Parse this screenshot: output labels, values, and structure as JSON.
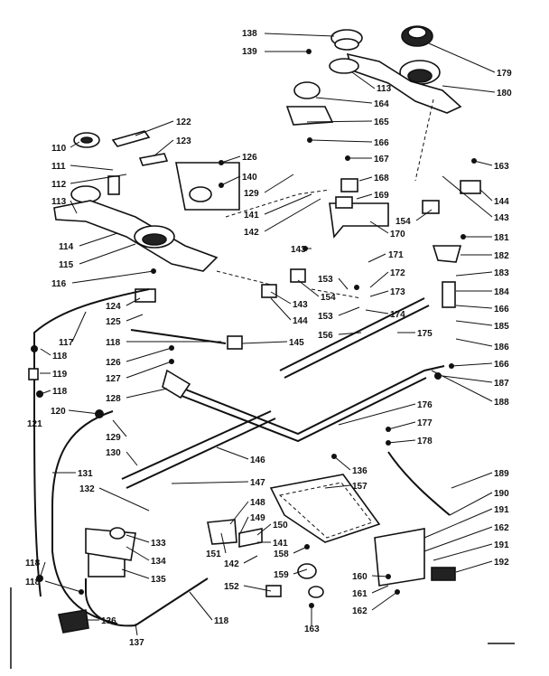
{
  "diagram": {
    "labels": [
      {
        "id": "l138",
        "text": "138"
      },
      {
        "id": "l139",
        "text": "139"
      },
      {
        "id": "l179",
        "text": "179"
      },
      {
        "id": "l113a",
        "text": "113"
      },
      {
        "id": "l180",
        "text": "180"
      },
      {
        "id": "l164",
        "text": "164"
      },
      {
        "id": "l165",
        "text": "165"
      },
      {
        "id": "l166a",
        "text": "166"
      },
      {
        "id": "l122",
        "text": "122"
      },
      {
        "id": "l123",
        "text": "123"
      },
      {
        "id": "l110",
        "text": "110"
      },
      {
        "id": "l111",
        "text": "111"
      },
      {
        "id": "l112",
        "text": "112"
      },
      {
        "id": "l113b",
        "text": "113"
      },
      {
        "id": "l126a",
        "text": "126"
      },
      {
        "id": "l140",
        "text": "140"
      },
      {
        "id": "l167",
        "text": "167"
      },
      {
        "id": "l168",
        "text": "168"
      },
      {
        "id": "l169",
        "text": "169"
      },
      {
        "id": "l163a",
        "text": "163"
      },
      {
        "id": "l144a",
        "text": "144"
      },
      {
        "id": "l143a",
        "text": "143"
      },
      {
        "id": "l129a",
        "text": "129"
      },
      {
        "id": "l141a",
        "text": "141"
      },
      {
        "id": "l142a",
        "text": "142"
      },
      {
        "id": "l170",
        "text": "170"
      },
      {
        "id": "l154a",
        "text": "154"
      },
      {
        "id": "l114",
        "text": "114"
      },
      {
        "id": "l115",
        "text": "115"
      },
      {
        "id": "l181",
        "text": "181"
      },
      {
        "id": "l143b",
        "text": "143"
      },
      {
        "id": "l171",
        "text": "171"
      },
      {
        "id": "l182",
        "text": "182"
      },
      {
        "id": "l116",
        "text": "116"
      },
      {
        "id": "l153a",
        "text": "153"
      },
      {
        "id": "l172",
        "text": "172"
      },
      {
        "id": "l183",
        "text": "183"
      },
      {
        "id": "l173",
        "text": "173"
      },
      {
        "id": "l184",
        "text": "184"
      },
      {
        "id": "l124",
        "text": "124"
      },
      {
        "id": "l143c",
        "text": "143"
      },
      {
        "id": "l154b",
        "text": "154"
      },
      {
        "id": "l153b",
        "text": "153"
      },
      {
        "id": "l174",
        "text": "174"
      },
      {
        "id": "l166b",
        "text": "166"
      },
      {
        "id": "l125",
        "text": "125"
      },
      {
        "id": "l144b",
        "text": "144"
      },
      {
        "id": "l185",
        "text": "185"
      },
      {
        "id": "l117",
        "text": "117"
      },
      {
        "id": "l175",
        "text": "175"
      },
      {
        "id": "l156",
        "text": "156"
      },
      {
        "id": "l118a",
        "text": "118"
      },
      {
        "id": "l145",
        "text": "145"
      },
      {
        "id": "l186",
        "text": "186"
      },
      {
        "id": "l118b",
        "text": "118"
      },
      {
        "id": "l126b",
        "text": "126"
      },
      {
        "id": "l166c",
        "text": "166"
      },
      {
        "id": "l119",
        "text": "119"
      },
      {
        "id": "l127",
        "text": "127"
      },
      {
        "id": "l187",
        "text": "187"
      },
      {
        "id": "l118c",
        "text": "118"
      },
      {
        "id": "l128",
        "text": "128"
      },
      {
        "id": "l188",
        "text": "188"
      },
      {
        "id": "l120",
        "text": "120"
      },
      {
        "id": "l176",
        "text": "176"
      },
      {
        "id": "l121",
        "text": "121"
      },
      {
        "id": "l129b",
        "text": "129"
      },
      {
        "id": "l177",
        "text": "177"
      },
      {
        "id": "l178",
        "text": "178"
      },
      {
        "id": "l130",
        "text": "130"
      },
      {
        "id": "l146",
        "text": "146"
      },
      {
        "id": "l136a",
        "text": "136"
      },
      {
        "id": "l189",
        "text": "189"
      },
      {
        "id": "l131",
        "text": "131"
      },
      {
        "id": "l147",
        "text": "147"
      },
      {
        "id": "l157",
        "text": "157"
      },
      {
        "id": "l132",
        "text": "132"
      },
      {
        "id": "l190",
        "text": "190"
      },
      {
        "id": "l148",
        "text": "148"
      },
      {
        "id": "l191a",
        "text": "191"
      },
      {
        "id": "l149",
        "text": "149"
      },
      {
        "id": "l150",
        "text": "150"
      },
      {
        "id": "l162a",
        "text": "162"
      },
      {
        "id": "l133",
        "text": "133"
      },
      {
        "id": "l141b",
        "text": "141"
      },
      {
        "id": "l191b",
        "text": "191"
      },
      {
        "id": "l134",
        "text": "134"
      },
      {
        "id": "l151",
        "text": "151"
      },
      {
        "id": "l158",
        "text": "158"
      },
      {
        "id": "l192",
        "text": "192"
      },
      {
        "id": "l142b",
        "text": "142"
      },
      {
        "id": "l135",
        "text": "135"
      },
      {
        "id": "l159",
        "text": "159"
      },
      {
        "id": "l160",
        "text": "160"
      },
      {
        "id": "l118d",
        "text": "118"
      },
      {
        "id": "l152",
        "text": "152"
      },
      {
        "id": "l161",
        "text": "161"
      },
      {
        "id": "l118e",
        "text": "118"
      },
      {
        "id": "l162b",
        "text": "162"
      },
      {
        "id": "l136b",
        "text": "136"
      },
      {
        "id": "l118f",
        "text": "118"
      },
      {
        "id": "l137",
        "text": "137"
      },
      {
        "id": "l163b",
        "text": "163"
      }
    ]
  }
}
